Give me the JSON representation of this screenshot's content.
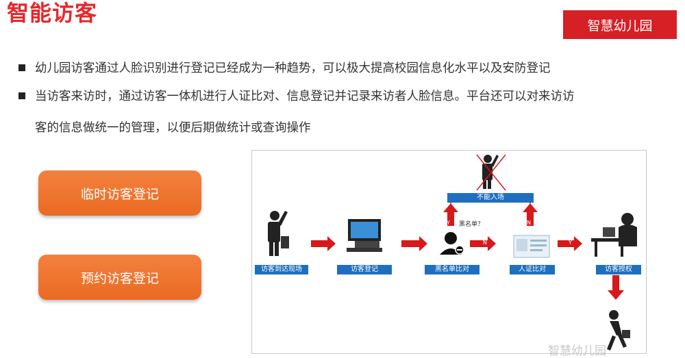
{
  "page_title": "智能访客",
  "badge": "智慧幼儿园",
  "bullets": [
    "幼儿园访客通过人脸识别进行登记已经成为一种趋势，可以极大提高校园信息化水平以及安防登记",
    "当访客来访时，通过访客一体机进行人证比对、信息登记并记录来访者人脸信息。平台还可以对来访访",
    "客的信息做统一的管理，以便后期做统计或查询操作"
  ],
  "buttons": {
    "temp": "临时访客登记",
    "reserve": "预约访客登记"
  },
  "flow": {
    "step_arrive": "访客到达现场",
    "step_register": "访客登记",
    "step_blacklist": "黑名单比对",
    "step_idcheck": "人证比对",
    "step_authorize": "访客授权",
    "denied": "不能入场",
    "blacklist_q": "黑名单？",
    "yes": "Y",
    "no": "N"
  },
  "watermark": "智慧幼儿园",
  "colors": {
    "accent_red": "#e8262b",
    "orange": "#ef7630",
    "blue_label": "#1f6fbf",
    "arrow_red": "#d7191c"
  }
}
